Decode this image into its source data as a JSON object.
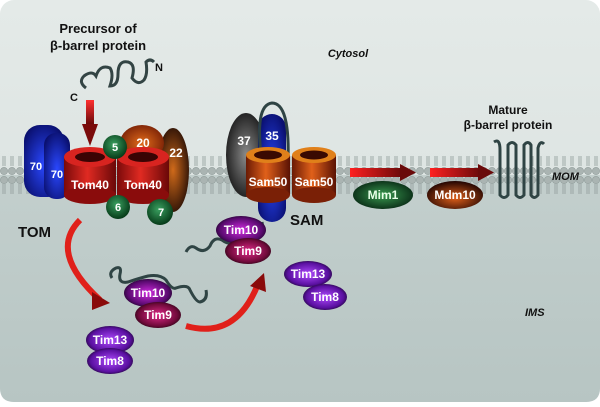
{
  "labels": {
    "precursor_line1": "Precursor of",
    "precursor_line2": "β-barrel protein",
    "c_term": "C",
    "n_term": "N",
    "cytosol": "Cytosol",
    "mature_line1": "Mature",
    "mature_line2": "β-barrel protein",
    "mom": "MOM",
    "ims": "IMS",
    "tom": "TOM",
    "sam": "SAM"
  },
  "tom_complex": {
    "tom70_a": "70",
    "tom70_b": "70",
    "tom40_a": "Tom40",
    "tom40_b": "Tom40",
    "tom5": "5",
    "tom20": "20",
    "tom22": "22",
    "tom6": "6",
    "tom7": "7"
  },
  "sam_complex": {
    "sam37": "37",
    "sam35": "35",
    "sam50_a": "Sam50",
    "sam50_b": "Sam50"
  },
  "membrane_proteins": {
    "mim1": "Mim1",
    "mdm10": "Mdm10"
  },
  "chaperones": {
    "tim10_mid": "Tim10",
    "tim9_mid": "Tim9",
    "tim13_left": "Tim13",
    "tim8_left": "Tim8",
    "tim10_sam": "Tim10",
    "tim9_sam": "Tim9",
    "tim13_right": "Tim13",
    "tim8_right": "Tim8"
  },
  "colors": {
    "cytosol_bg": "#dfe6e4",
    "ims_bg": "#bccac8",
    "membrane": "#9aa6a4",
    "arrow_red": "#e0201a",
    "arrow_dark": "#6a0a0a",
    "tom40": "#c0181a",
    "sam50": "#c84a10",
    "tom70": "#1a2ad0",
    "tim_purple": "#9a2ad8",
    "tim_pink": "#c0206a"
  }
}
